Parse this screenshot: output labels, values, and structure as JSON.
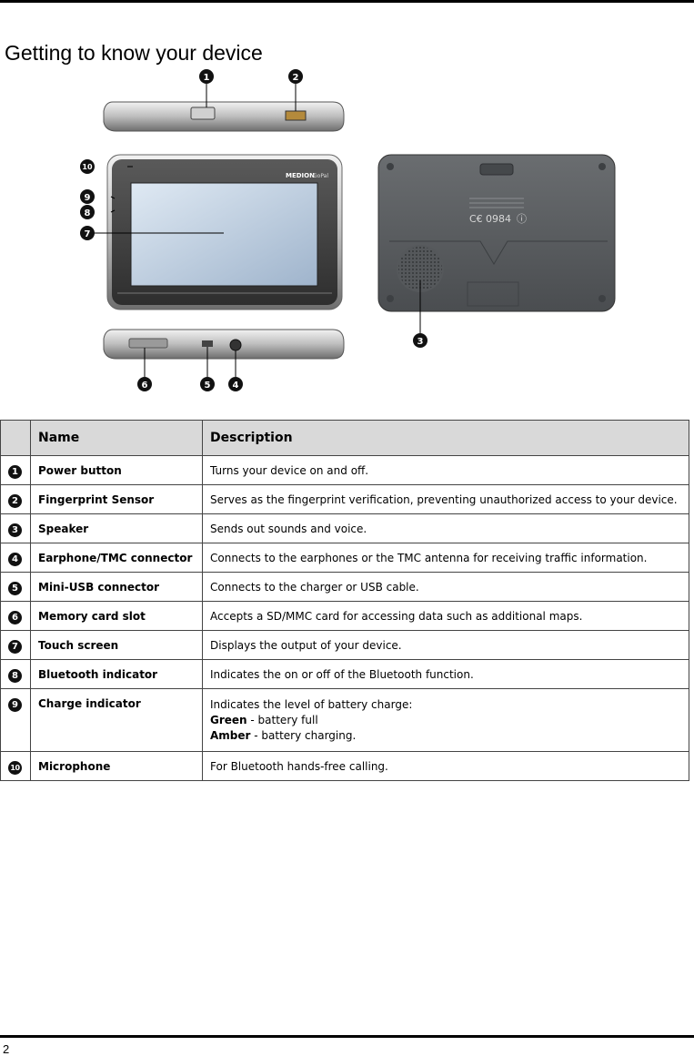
{
  "page": {
    "title": "Getting to know your device",
    "number": "2"
  },
  "figure": {
    "brand_text": "MEDION",
    "model_text": "GoPal",
    "cert_text": "0984",
    "callouts": [
      "1",
      "2",
      "3",
      "4",
      "5",
      "6",
      "7",
      "8",
      "9",
      "10"
    ]
  },
  "table": {
    "headers": [
      "",
      "Name",
      "Description"
    ],
    "rows": [
      {
        "num": "1",
        "name": "Power button",
        "description": "Turns your device on and off."
      },
      {
        "num": "2",
        "name": "Fingerprint Sensor",
        "description": "Serves as the fingerprint verification, preventing unauthorized access to your device."
      },
      {
        "num": "3",
        "name": "Speaker",
        "description": "Sends out sounds and voice."
      },
      {
        "num": "4",
        "name": "Earphone/TMC connector",
        "description": "Connects to the earphones or the TMC antenna for receiving traffic information."
      },
      {
        "num": "5",
        "name": "Mini-USB connector",
        "description": "Connects to the charger or USB cable."
      },
      {
        "num": "6",
        "name": "Memory card slot",
        "description": "Accepts a SD/MMC card for accessing data such as additional maps."
      },
      {
        "num": "7",
        "name": "Touch screen",
        "description": "Displays the output of your device."
      },
      {
        "num": "8",
        "name": "Bluetooth indicator",
        "description": "Indicates the on or off of the Bluetooth function."
      },
      {
        "num": "9",
        "name": "Charge indicator",
        "description": "Indicates the level of battery charge:",
        "legend": [
          {
            "term": "Green",
            "text": " - battery full"
          },
          {
            "term": "Amber",
            "text": " - battery charging."
          }
        ]
      },
      {
        "num": "10",
        "name": "Microphone",
        "description": "For Bluetooth hands-free calling."
      }
    ]
  }
}
